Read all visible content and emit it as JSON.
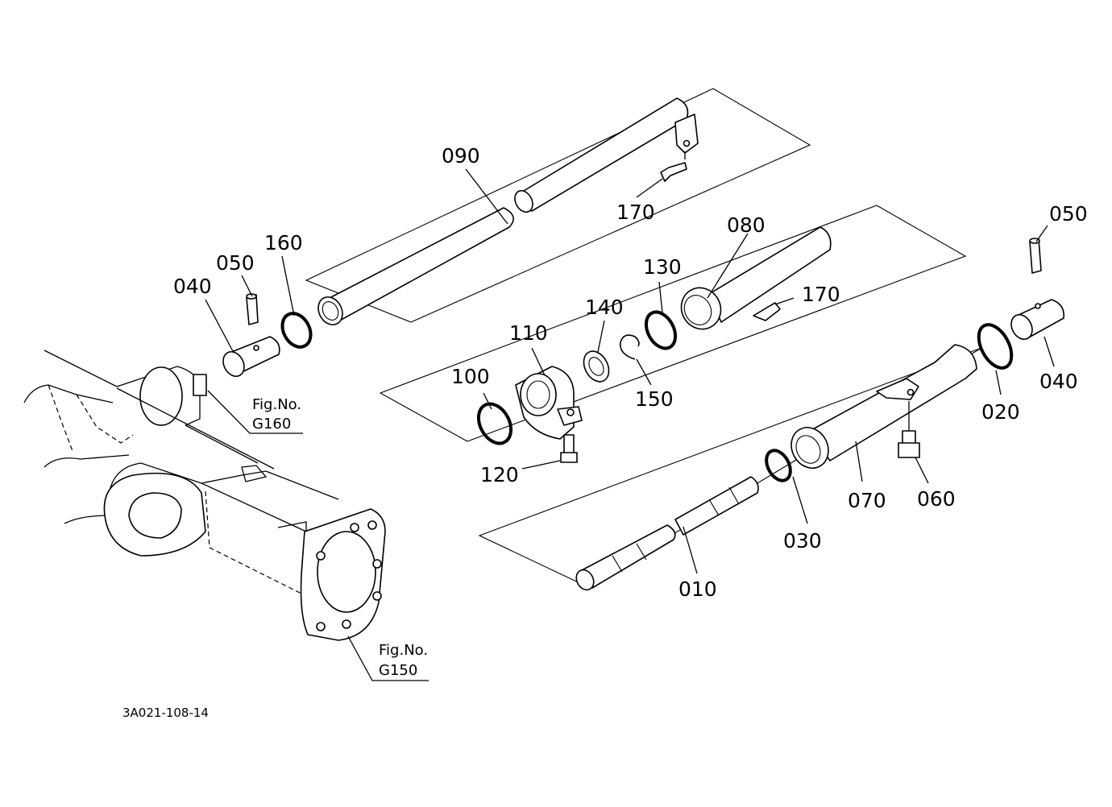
{
  "drawing_code": "3A021-108-14",
  "figure_refs": [
    {
      "line1": "Fig.No.",
      "line2": "G160"
    },
    {
      "line1": "Fig.No.",
      "line2": "G150"
    }
  ],
  "parts": {
    "p010": "010",
    "p020": "020",
    "p030": "030",
    "p040a": "040",
    "p040b": "040",
    "p050a": "050",
    "p050b": "050",
    "p060": "060",
    "p070": "070",
    "p080": "080",
    "p090": "090",
    "p100": "100",
    "p110": "110",
    "p120": "120",
    "p130": "130",
    "p140": "140",
    "p150": "150",
    "p160": "160",
    "p170a": "170",
    "p170b": "170"
  }
}
